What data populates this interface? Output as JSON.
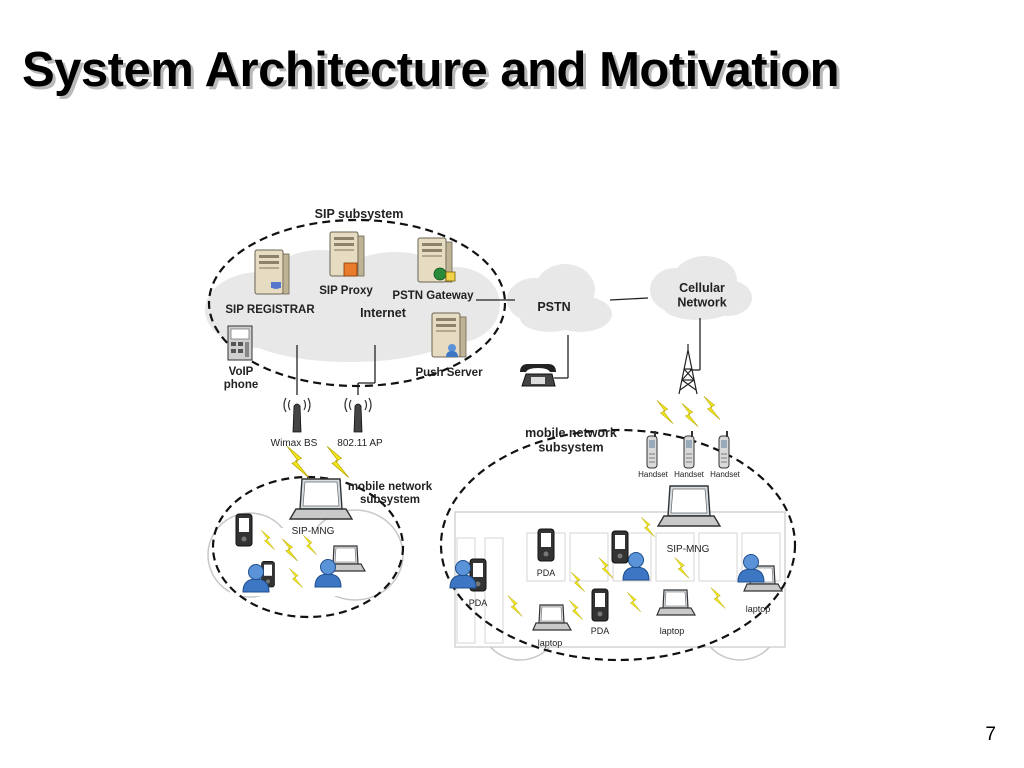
{
  "slide": {
    "title": "System Architecture and Motivation",
    "page_number": "7"
  },
  "diagram": {
    "sip_subsystem": {
      "title": "SIP subsystem",
      "cloud_label": "Internet",
      "servers": {
        "registrar": "SIP REGISTRAR",
        "proxy": "SIP Proxy",
        "pstn_gateway": "PSTN Gateway",
        "push_server": "Push Server"
      },
      "voip_phone": "VoIP\nphone"
    },
    "pstn": {
      "label": "PSTN"
    },
    "cellular": {
      "label": "Cellular\nNetwork"
    },
    "access_points": {
      "wimax": "Wimax BS",
      "wifi": "802.11 AP"
    },
    "left_subsystem": {
      "title": "mobile network\nsubsystem",
      "sip_mng": "SIP-MNG"
    },
    "right_subsystem": {
      "title": "mobile network\nsubsystem",
      "handsets": [
        "Handset",
        "Handset",
        "Handset"
      ],
      "sip_mng": "SIP-MNG",
      "device_labels": {
        "pda_top": "PDA",
        "pda_left": "PDA",
        "pda_bottom": "PDA",
        "laptop_bottom_left": "laptop",
        "laptop_bottom_mid": "laptop",
        "laptop_right": "laptop"
      }
    },
    "colors": {
      "cloud": "#e8e8e8",
      "server": "#e5dcc2",
      "user": "#3d77c4",
      "lightning": "#f0e81c",
      "line": "#222222"
    },
    "icons": [
      "server-icon",
      "user-icon",
      "laptop-icon",
      "pda-icon",
      "handset-icon",
      "phone-icon",
      "antenna-icon",
      "tower-icon",
      "lightning-icon"
    ]
  }
}
